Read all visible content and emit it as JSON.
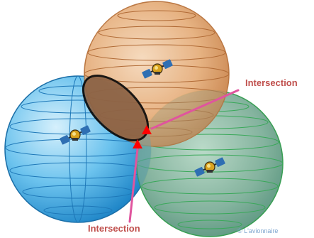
{
  "labels": {
    "intersection_top": "Intersection",
    "intersection_bottom": "Intersection"
  },
  "copyright": "© L'avionnaire",
  "colors": {
    "sphere_orange": "#D9A06C",
    "sphere_orange_edge": "#B8713A",
    "sphere_blue": "#3FA9E0",
    "sphere_blue_edge": "#1B6FA8",
    "sphere_green": "#6DA88E",
    "sphere_green_edge": "#2E9A4A",
    "label_text": "#C0504D",
    "leader_line": "#E0559E",
    "intersection_marker": "#FF0000",
    "lens_fill": "#8C6244",
    "copyright_text": "#7EA6CF"
  },
  "icons": {
    "satellite": "satellite-icon",
    "marker": "triangle-marker-icon"
  }
}
